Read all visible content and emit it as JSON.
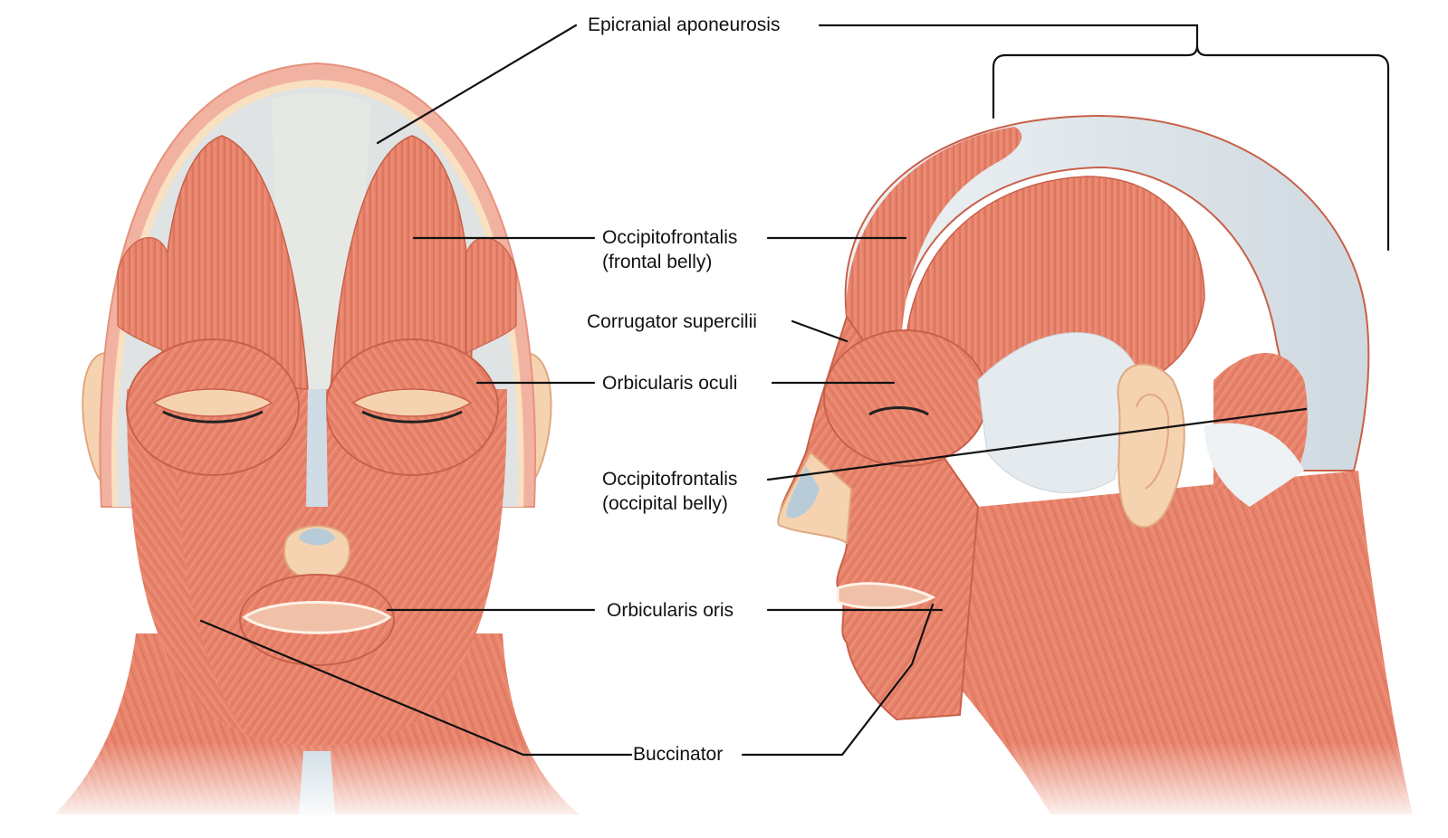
{
  "figure": {
    "subject": "Facial muscles - anterior and lateral views",
    "colors": {
      "muscle": "#e8836b",
      "muscle_dark": "#c9604a",
      "muscle_light": "#f2a48f",
      "tendon": "#d5dde3",
      "tendon_light": "#e9eef1",
      "skin": "#f6d3b0",
      "cartilage": "#b8cbd8",
      "line": "#111111",
      "background": "#ffffff"
    }
  },
  "views": [
    {
      "name": "anterior",
      "label": ""
    },
    {
      "name": "lateral",
      "label": ""
    }
  ],
  "labels": [
    {
      "id": "epicranial-aponeurosis",
      "line1": "Epicranial aponeurosis",
      "line2": ""
    },
    {
      "id": "occipitofrontalis-frontal",
      "line1": "Occipitofrontalis",
      "line2": "(frontal belly)"
    },
    {
      "id": "corrugator-supercilii",
      "line1": "Corrugator supercilii",
      "line2": ""
    },
    {
      "id": "orbicularis-oculi",
      "line1": "Orbicularis oculi",
      "line2": ""
    },
    {
      "id": "occipitofrontalis-occipital",
      "line1": "Occipitofrontalis",
      "line2": "(occipital belly)"
    },
    {
      "id": "orbicularis-oris",
      "line1": "Orbicularis oris",
      "line2": ""
    },
    {
      "id": "buccinator",
      "line1": "Buccinator",
      "line2": ""
    }
  ]
}
